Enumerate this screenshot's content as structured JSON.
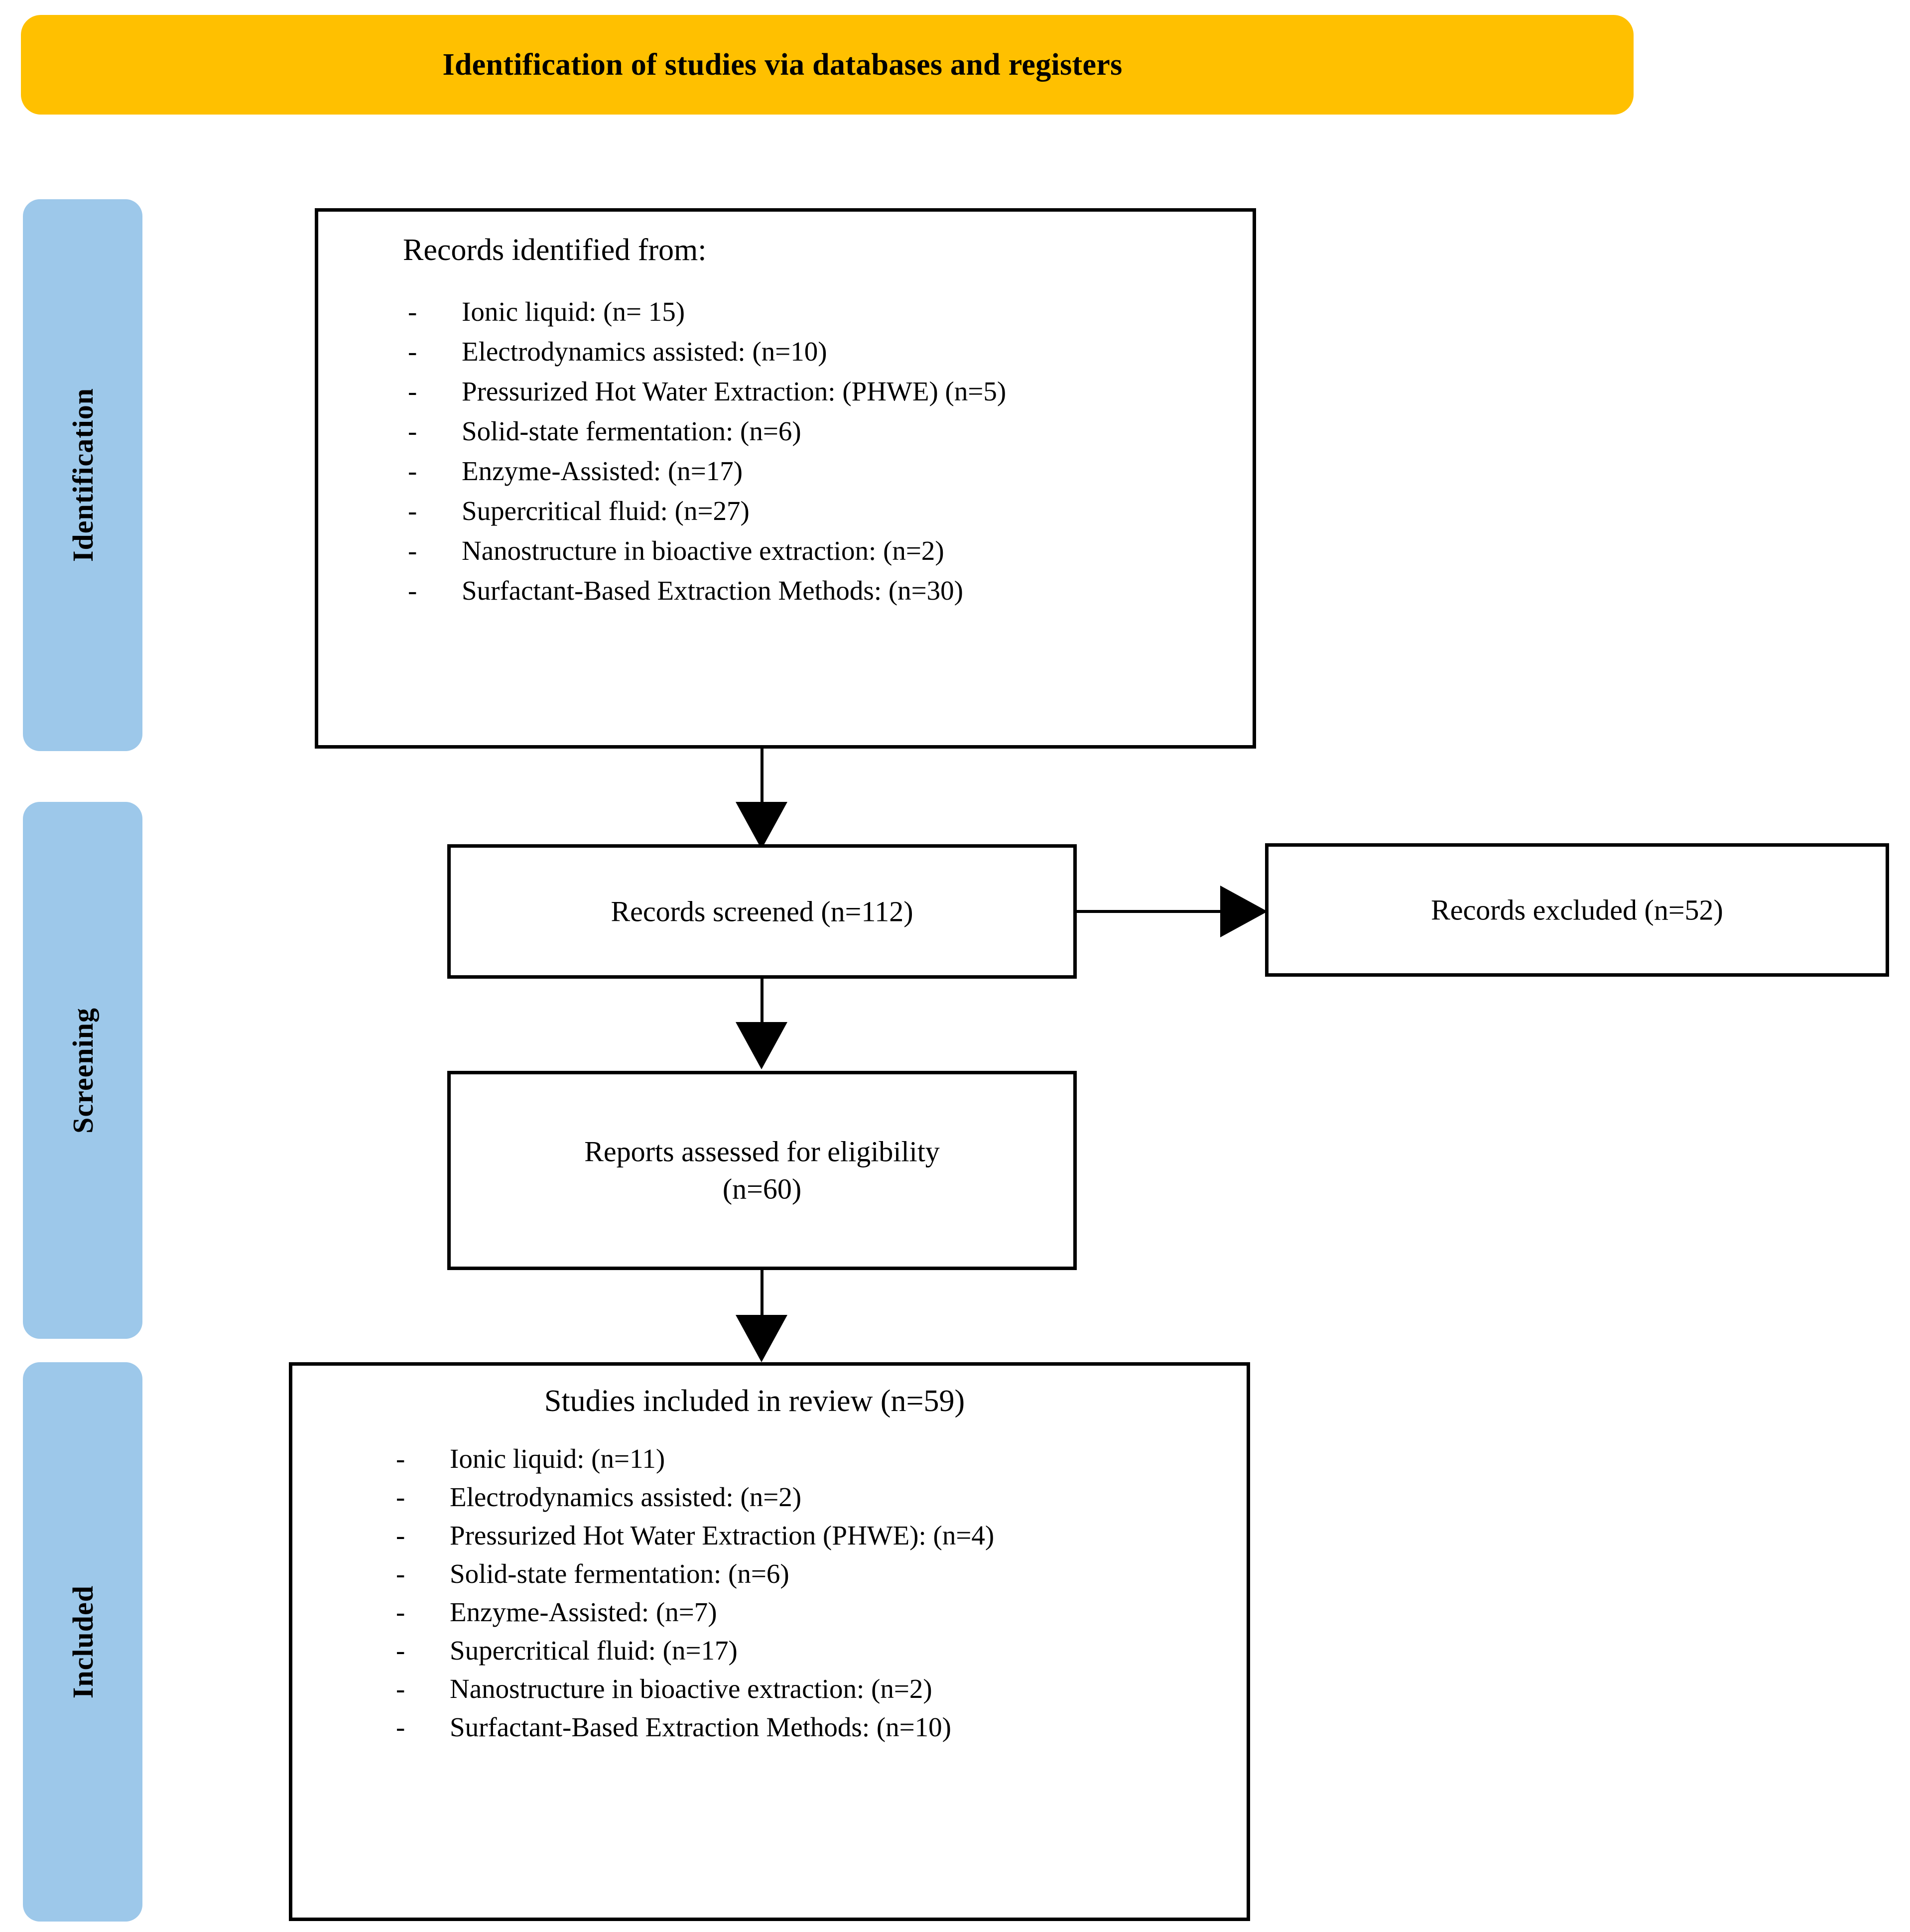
{
  "header": {
    "title": "Identification of studies via databases and registers",
    "background_color": "#FFC000"
  },
  "stages": {
    "identification_label": "Identification",
    "screening_label": "Screening",
    "included_label": "Included",
    "label_color": "#9DC8EA"
  },
  "identification_box": {
    "heading": "Records identified from:",
    "items": [
      "Ionic liquid: (n= 15)",
      "Electrodynamics assisted: (n=10)",
      "Pressurized Hot Water Extraction: (PHWE) (n=5)",
      "Solid-state fermentation: (n=6)",
      "Enzyme-Assisted: (n=17)",
      "Supercritical fluid: (n=27)",
      "Nanostructure in bioactive extraction: (n=2)",
      "Surfactant-Based Extraction Methods: (n=30)"
    ],
    "bullet_glyph": "-"
  },
  "screened_box": {
    "text": "Records screened (n=112)"
  },
  "excluded_box": {
    "text": "Records excluded (n=52)"
  },
  "eligibility_box": {
    "line1": "Reports assessed for eligibility",
    "line2": "(n=60)"
  },
  "included_box": {
    "heading": "Studies included in review (n=59)",
    "items": [
      "Ionic liquid: (n=11)",
      "Electrodynamics assisted: (n=2)",
      "Pressurized Hot Water Extraction (PHWE): (n=4)",
      "Solid-state fermentation: (n=6)",
      "Enzyme-Assisted: (n=7)",
      "Supercritical fluid: (n=17)",
      "Nanostructure in bioactive extraction: (n=2)",
      "Surfactant-Based Extraction Methods: (n=10)"
    ],
    "bullet_glyph": "-"
  },
  "chart_data": {
    "type": "diagram",
    "title": "Identification of studies via databases and registers",
    "stages": [
      "Identification",
      "Screening",
      "Included"
    ],
    "nodes": [
      {
        "id": "identified",
        "label": "Records identified from:",
        "stage": "Identification",
        "breakdown": [
          {
            "method": "Ionic liquid",
            "n": 15
          },
          {
            "method": "Electrodynamics assisted",
            "n": 10
          },
          {
            "method": "Pressurized Hot Water Extraction (PHWE)",
            "n": 5
          },
          {
            "method": "Solid-state fermentation",
            "n": 6
          },
          {
            "method": "Enzyme-Assisted",
            "n": 17
          },
          {
            "method": "Supercritical fluid",
            "n": 27
          },
          {
            "method": "Nanostructure in bioactive extraction",
            "n": 2
          },
          {
            "method": "Surfactant-Based Extraction Methods",
            "n": 30
          }
        ]
      },
      {
        "id": "screened",
        "label": "Records screened",
        "stage": "Screening",
        "n": 112
      },
      {
        "id": "excluded",
        "label": "Records excluded",
        "stage": "Screening",
        "n": 52
      },
      {
        "id": "eligibility",
        "label": "Reports assessed for eligibility",
        "stage": "Screening",
        "n": 60
      },
      {
        "id": "included",
        "label": "Studies included in review",
        "stage": "Included",
        "n": 59,
        "breakdown": [
          {
            "method": "Ionic liquid",
            "n": 11
          },
          {
            "method": "Electrodynamics assisted",
            "n": 2
          },
          {
            "method": "Pressurized Hot Water Extraction (PHWE)",
            "n": 4
          },
          {
            "method": "Solid-state fermentation",
            "n": 6
          },
          {
            "method": "Enzyme-Assisted",
            "n": 7
          },
          {
            "method": "Supercritical fluid",
            "n": 17
          },
          {
            "method": "Nanostructure in bioactive extraction",
            "n": 2
          },
          {
            "method": "Surfactant-Based Extraction Methods",
            "n": 10
          }
        ]
      }
    ],
    "edges": [
      {
        "from": "identified",
        "to": "screened",
        "direction": "down"
      },
      {
        "from": "screened",
        "to": "excluded",
        "direction": "right"
      },
      {
        "from": "screened",
        "to": "eligibility",
        "direction": "down"
      },
      {
        "from": "eligibility",
        "to": "included",
        "direction": "down"
      }
    ]
  }
}
